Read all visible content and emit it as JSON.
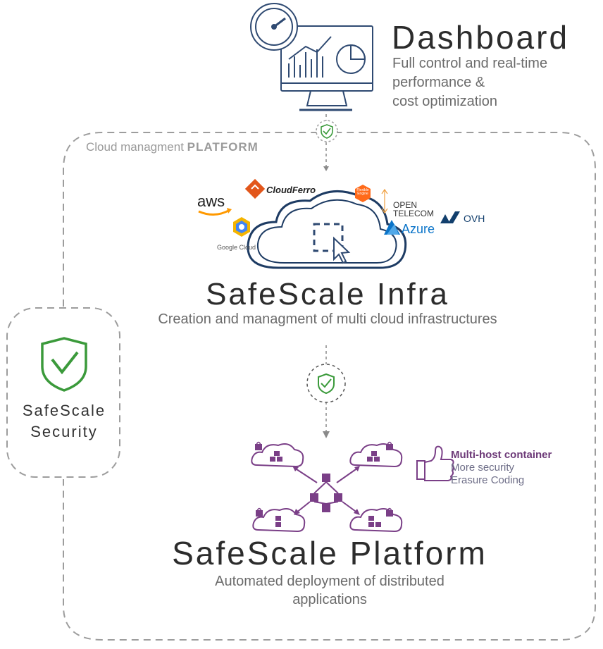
{
  "dashboard": {
    "title": "Dashboard",
    "description_lines": [
      "Full control and real-time",
      "performance &",
      "cost optimization"
    ]
  },
  "platform_container": {
    "label_prefix": "Cloud managment",
    "label_strong": "PLATFORM"
  },
  "providers": {
    "aws": "aws",
    "cloudferro": "CloudFerro",
    "flexible_engine": "Flexible Engine",
    "open_telecom_line1": "OPEN",
    "open_telecom_line2": "TELECOM",
    "azure": "Azure",
    "ovh": "OVH",
    "google_cloud": "Google Cloud"
  },
  "infra": {
    "title": "SafeScale Infra",
    "subtitle": "Creation and managment of multi cloud infrastructures"
  },
  "security": {
    "line1": "SafeScale",
    "line2": "Security"
  },
  "platform": {
    "title": "SafeScale Platform",
    "subtitle_lines": [
      "Automated deployment of distributed",
      "applications"
    ]
  },
  "features": {
    "main": "Multi-host container",
    "items": [
      "More security",
      "Erasure Coding"
    ]
  },
  "colors": {
    "dashboard_blue": "#2f4a72",
    "shield_green": "#3b9a3b",
    "purple": "#7a3f87",
    "dash_gray": "#9d9d9d",
    "aws_orange": "#ff9900",
    "azure_blue": "#0a74c9"
  }
}
